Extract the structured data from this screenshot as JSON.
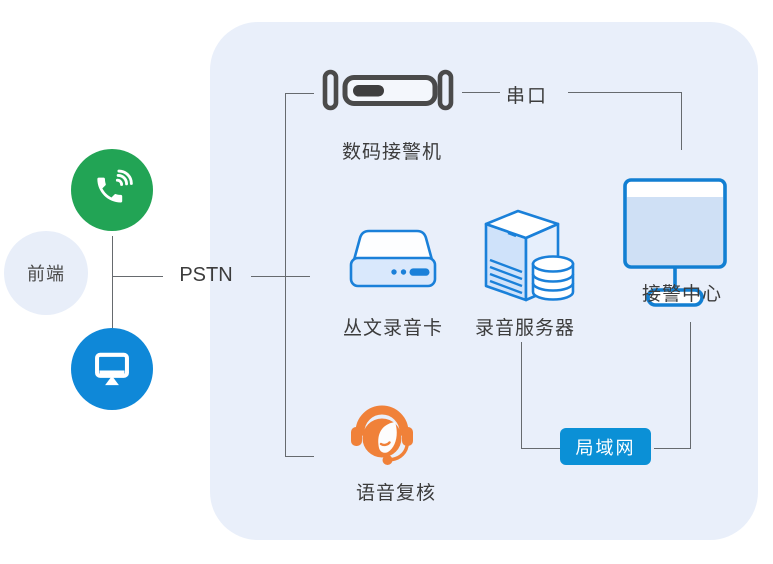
{
  "labels": {
    "front_end": "前端",
    "pstn": "PSTN",
    "digital_receiver": "数码接警机",
    "serial_port": "串口",
    "recording_card": "丛文录音卡",
    "recording_server": "录音服务器",
    "alarm_center": "接警中心",
    "voice_review": "语音复核",
    "lan": "局域网"
  },
  "icons": {
    "phone": "phone-call-icon",
    "monitor_small": "desktop-monitor-icon",
    "receiver": "digital-receiver-device-icon",
    "recording_card": "recording-card-box-icon",
    "server": "server-tower-database-icon",
    "alarm_monitor": "alarm-center-monitor-icon",
    "headset": "customer-service-headset-icon"
  },
  "colors": {
    "panel_bg": "#e9effa",
    "front_circle_bg": "#e8eef9",
    "green": "#22a455",
    "circle_blue": "#0f88d8",
    "device_outline_blue": "#1a80d9",
    "device_fill_light": "#d9e8fc",
    "monitor_screen_fill": "#cfe0f5",
    "receiver_dark": "#4a4a4a",
    "orange": "#f08139",
    "lan_badge_bg": "#0b90d6",
    "connector_line": "#666a6e",
    "text": "#3c3c3c"
  }
}
